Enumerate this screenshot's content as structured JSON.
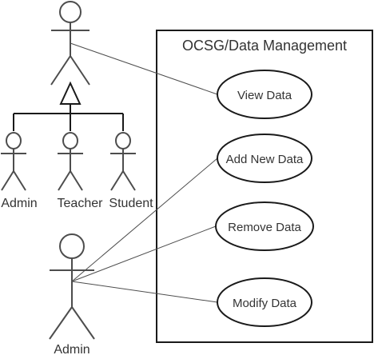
{
  "system": {
    "title": "OCSG/Data Management"
  },
  "actors": {
    "generic": {
      "label": ""
    },
    "admin_small": {
      "label": "Admin"
    },
    "teacher": {
      "label": "Teacher"
    },
    "student": {
      "label": "Student"
    },
    "admin_main": {
      "label": "Admin"
    }
  },
  "use_cases": {
    "view_data": {
      "label": "View Data"
    },
    "add_new_data": {
      "label": "Add New Data"
    },
    "remove_data": {
      "label": "Remove Data"
    },
    "modify_data": {
      "label": "Modify Data"
    }
  },
  "colors": {
    "stroke": "#4d4d4d",
    "text": "#333333",
    "background": "#ffffff"
  }
}
